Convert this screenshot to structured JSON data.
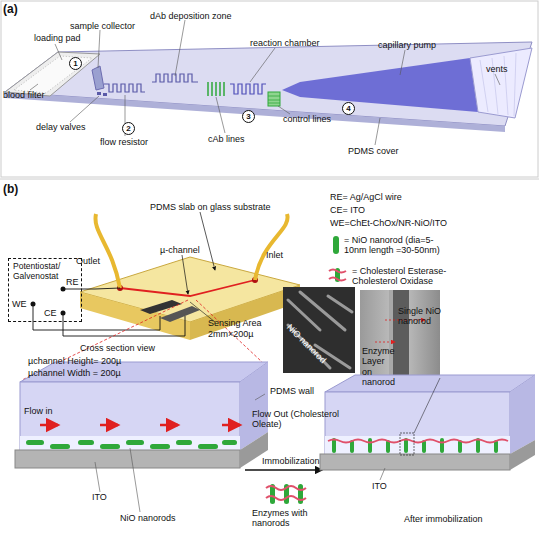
{
  "diagram": {
    "nodes": [
      {
        "text": [
          "1"
        ]
      },
      {
        "text": [
          "2"
        ]
      },
      {
        "text": [
          "3"
        ]
      },
      {
        "text": [
          "4"
        ]
      },
      {
        "text": [
          "Potentiostat/ Galvenostat"
        ]
      }
    ],
    "labels": [
      "(a)",
      "loading pad",
      "blood filter",
      "sample collector",
      "dAb deposition zone",
      "reaction chamber",
      "capillary pump",
      "vents",
      "delay valves",
      "flow resistor",
      "cAb lines",
      "control lines",
      "PDMS cover",
      "(b)",
      "PDMS slab on glass substrate",
      "Outlet",
      "Inlet",
      "µ-channel",
      "RE",
      "WE",
      "CE",
      "Sensing Area",
      "2mm×200µ",
      "RE= Ag/AgCl wire",
      "CE= ITO",
      "WE=ChEt-ChOx/NR-NiO/ITO",
      "NiO nanorod",
      "Single NiO nanorod",
      "Enzyme Layer on nanorod",
      "Cross section view",
      "µchannel Height= 200µ",
      "µchannel Width = 200µ",
      "PDMS wall",
      "Flow in",
      "ITO",
      "NiO nanorods",
      "Flow Out (Cholesterol Oleate)",
      "Immobilization",
      "Enzymes with nanorods",
      "After immobilization",
      "ITO"
    ],
    "legend": [
      {
        "text": "= NiO nanorod (dia=5-10nm length =30-50nm)",
        "color": "#2fa83a"
      },
      {
        "text": "= Cholesterol Esterase- Cholesterol Oxidase"
      }
    ]
  }
}
